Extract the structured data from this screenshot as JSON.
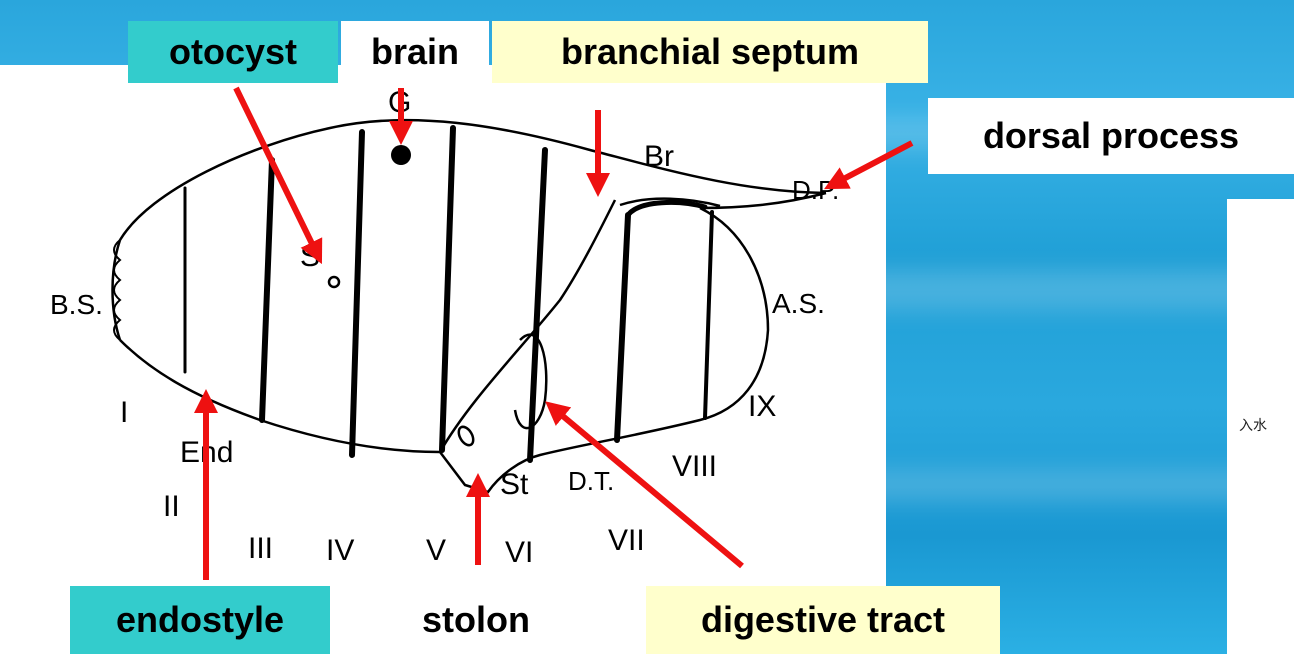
{
  "labels": {
    "otocyst": "otocyst",
    "brain": "brain",
    "branchial_septum": "branchial septum",
    "dorsal_process": "dorsal process",
    "endostyle": "endostyle",
    "stolon": "stolon",
    "digestive_tract": "digestive tract"
  },
  "figure_letters": {
    "G": "G",
    "Br": "Br",
    "DP": "D.P.",
    "S": "S",
    "BS": "B.S.",
    "AS": "A.S.",
    "End": "End",
    "St": "St",
    "DT": "D.T."
  },
  "numerals": [
    "I",
    "II",
    "III",
    "IV",
    "V",
    "VI",
    "VII",
    "VIII",
    "IX"
  ],
  "side_fragment": "入水",
  "colors": {
    "background": "#2aa6dc",
    "arrow": "#ee1111",
    "teal_label": "#33cccc",
    "cream_label": "#ffffcc"
  }
}
